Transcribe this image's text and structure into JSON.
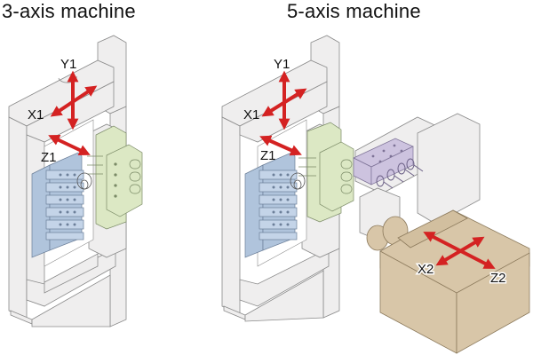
{
  "panels": [
    {
      "title": "3-axis machine",
      "axes": [
        "Y1",
        "X1",
        "Z1"
      ]
    },
    {
      "title": "5-axis machine",
      "axes": [
        "Y1",
        "X1",
        "Z1",
        "X2",
        "Z2"
      ]
    }
  ],
  "colors": {
    "frame": "#efeeee",
    "frame_edge": "#8a8a8a",
    "tool_block_blue": "#b0c4dc",
    "tool_block_green": "#dce8c4",
    "tool_block_purple": "#cdc3df",
    "head_tan": "#d8c6a8",
    "arrow_red": "#d42222"
  }
}
